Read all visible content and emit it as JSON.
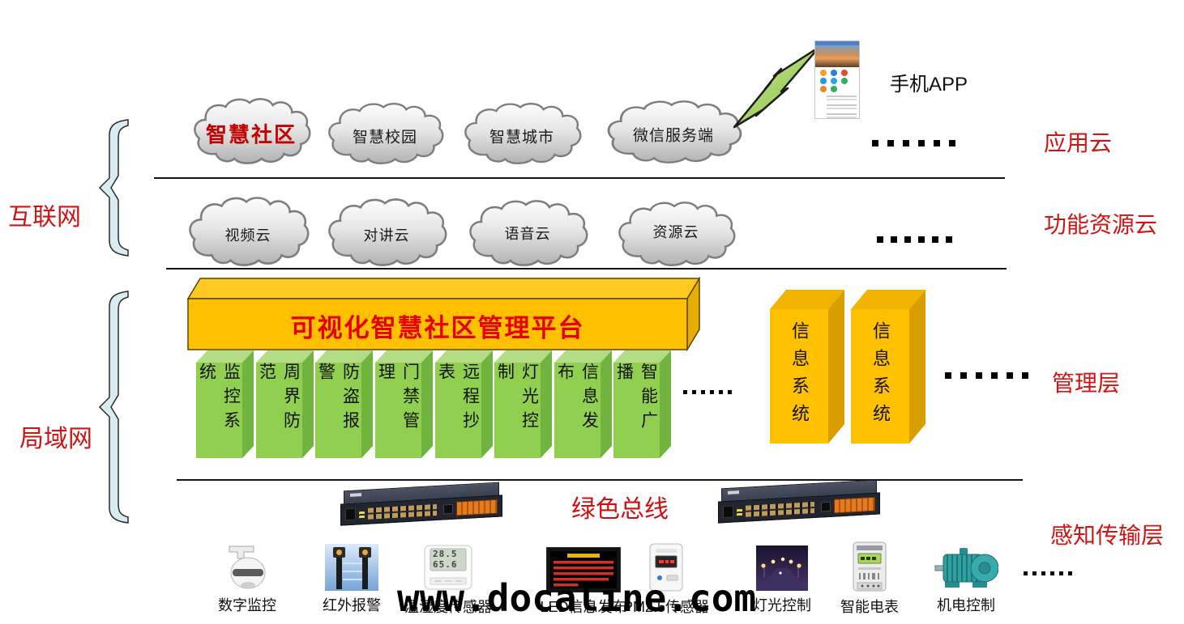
{
  "layers": {
    "left": [
      {
        "label": "互联网"
      },
      {
        "label": "局域网"
      }
    ],
    "right": [
      {
        "label": "应用云"
      },
      {
        "label": "功能资源云"
      },
      {
        "label": "管理层"
      },
      {
        "label": "感知传输层"
      }
    ]
  },
  "clouds": {
    "row1": [
      {
        "label": "智慧社区"
      },
      {
        "label": "智慧校园"
      },
      {
        "label": "智慧城市"
      },
      {
        "label": "微信服务端"
      }
    ],
    "row2": [
      {
        "label": "视频云"
      },
      {
        "label": "对讲云"
      },
      {
        "label": "语音云"
      },
      {
        "label": "资源云"
      }
    ]
  },
  "phone_label": "手机APP",
  "platform": {
    "title": "可视化智慧社区管理平台"
  },
  "modules": [
    "监控系统",
    "周界防范",
    "防盗报警",
    "门禁管理",
    "远程抄表",
    "灯光控制",
    "信息发布",
    "智能广播"
  ],
  "info_systems": [
    "信息系统",
    "信息系统"
  ],
  "bus_label": "绿色总线",
  "devices": [
    {
      "label": "数字监控"
    },
    {
      "label": "红外报警"
    },
    {
      "label": "温湿度传感器",
      "display_top": "28.5",
      "display_bottom": "65.6"
    },
    {
      "label": "LED信息发布"
    },
    {
      "label": "PM2.5传感器"
    },
    {
      "label": "灯光控制"
    },
    {
      "label": "智能电表"
    },
    {
      "label": "机电控制"
    }
  ],
  "watermark": "www.docaline.com",
  "colors": {
    "accent_red": "#cf1414",
    "platform_orange": "#ffc000",
    "module_green": "#90cf50",
    "bolt_green": "#8cc63f",
    "brace_cyan": "#d8edf2"
  }
}
